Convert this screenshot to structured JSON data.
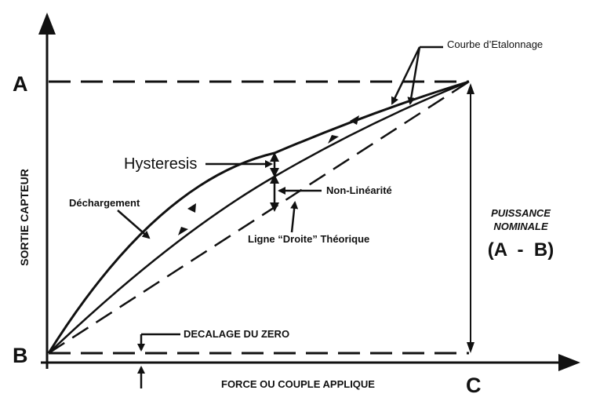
{
  "labels": {
    "a": "A",
    "b": "B",
    "c": "C",
    "y_axis": "SORTIE CAPTEUR",
    "x_axis": "FORCE OU COUPLE APPLIQUE",
    "calibration_curve": "Courbe d’Etalonnage",
    "hysteresis": "Hysteresis",
    "non_linearity": "Non-Linéarité",
    "discharge": "Déchargement",
    "theoretical_line": "Ligne “Droite” Théorique",
    "zero_offset": "DECALAGE DU ZERO",
    "rated_power_1": "PUISSANCE",
    "rated_power_2": "NOMINALE",
    "a_minus_b": "(A  -  B)"
  },
  "colors": {
    "ink": "#111111",
    "background": "#ffffff"
  }
}
